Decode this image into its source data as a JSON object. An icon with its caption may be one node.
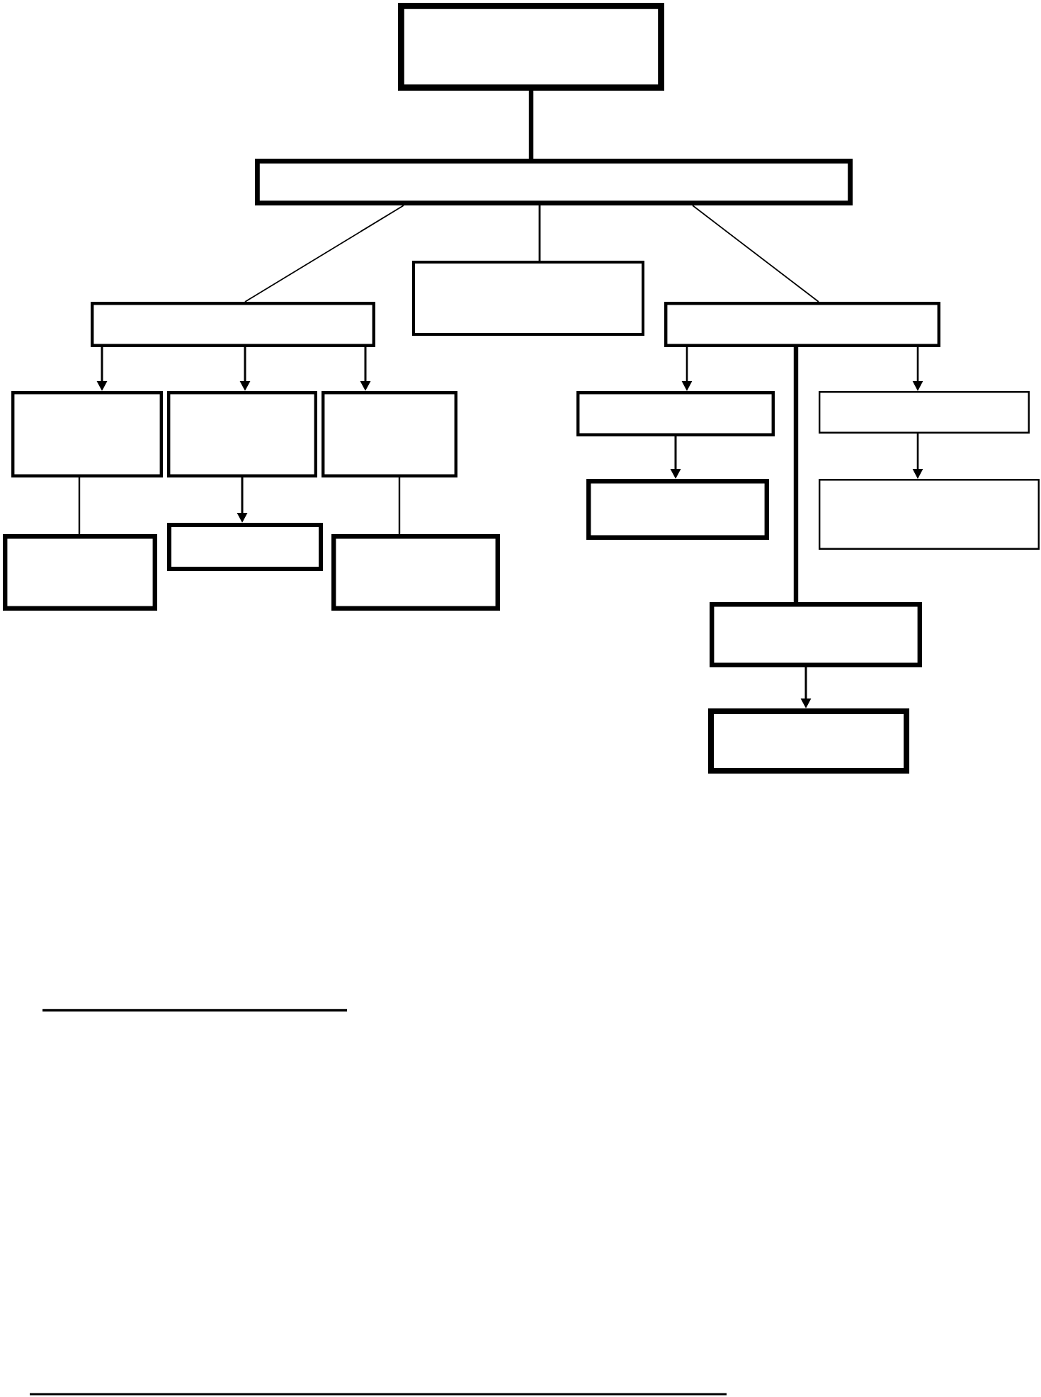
{
  "diagram": {
    "nodes": [
      {
        "text": [],
        "shape": "box"
      },
      {
        "text": [],
        "shape": "box"
      },
      {
        "text": [],
        "shape": "box"
      },
      {
        "text": [],
        "shape": "box"
      },
      {
        "text": [],
        "shape": "box"
      },
      {
        "text": [],
        "shape": "box"
      },
      {
        "text": [],
        "shape": "box"
      },
      {
        "text": [],
        "shape": "box"
      },
      {
        "text": [],
        "shape": "box"
      },
      {
        "text": [],
        "shape": "box"
      },
      {
        "text": [],
        "shape": "box"
      },
      {
        "text": [],
        "shape": "box"
      },
      {
        "text": [],
        "shape": "box"
      },
      {
        "text": [],
        "shape": "box"
      },
      {
        "text": [],
        "shape": "box"
      },
      {
        "text": [],
        "shape": "box"
      },
      {
        "text": [],
        "shape": "box"
      }
    ],
    "edges": [
      {
        "from": 0,
        "to": 1,
        "arrow": "none",
        "style": "thick"
      },
      {
        "from": 1,
        "to": 2,
        "arrow": "none"
      },
      {
        "from": 1,
        "to": 3,
        "arrow": "none"
      },
      {
        "from": 1,
        "to": 4,
        "arrow": "none"
      },
      {
        "from": 2,
        "to": 5,
        "arrow": "to"
      },
      {
        "from": 2,
        "to": 6,
        "arrow": "to"
      },
      {
        "from": 2,
        "to": 7,
        "arrow": "to"
      },
      {
        "from": 5,
        "to": 8,
        "arrow": "none"
      },
      {
        "from": 6,
        "to": 9,
        "arrow": "to"
      },
      {
        "from": 7,
        "to": 10,
        "arrow": "none"
      },
      {
        "from": 4,
        "to": 11,
        "arrow": "to"
      },
      {
        "from": 4,
        "to": 15,
        "arrow": "none",
        "style": "thick"
      },
      {
        "from": 4,
        "to": 12,
        "arrow": "to"
      },
      {
        "from": 11,
        "to": 13,
        "arrow": "to"
      },
      {
        "from": 12,
        "to": 14,
        "arrow": "to"
      },
      {
        "from": 15,
        "to": 16,
        "arrow": "to"
      }
    ]
  }
}
